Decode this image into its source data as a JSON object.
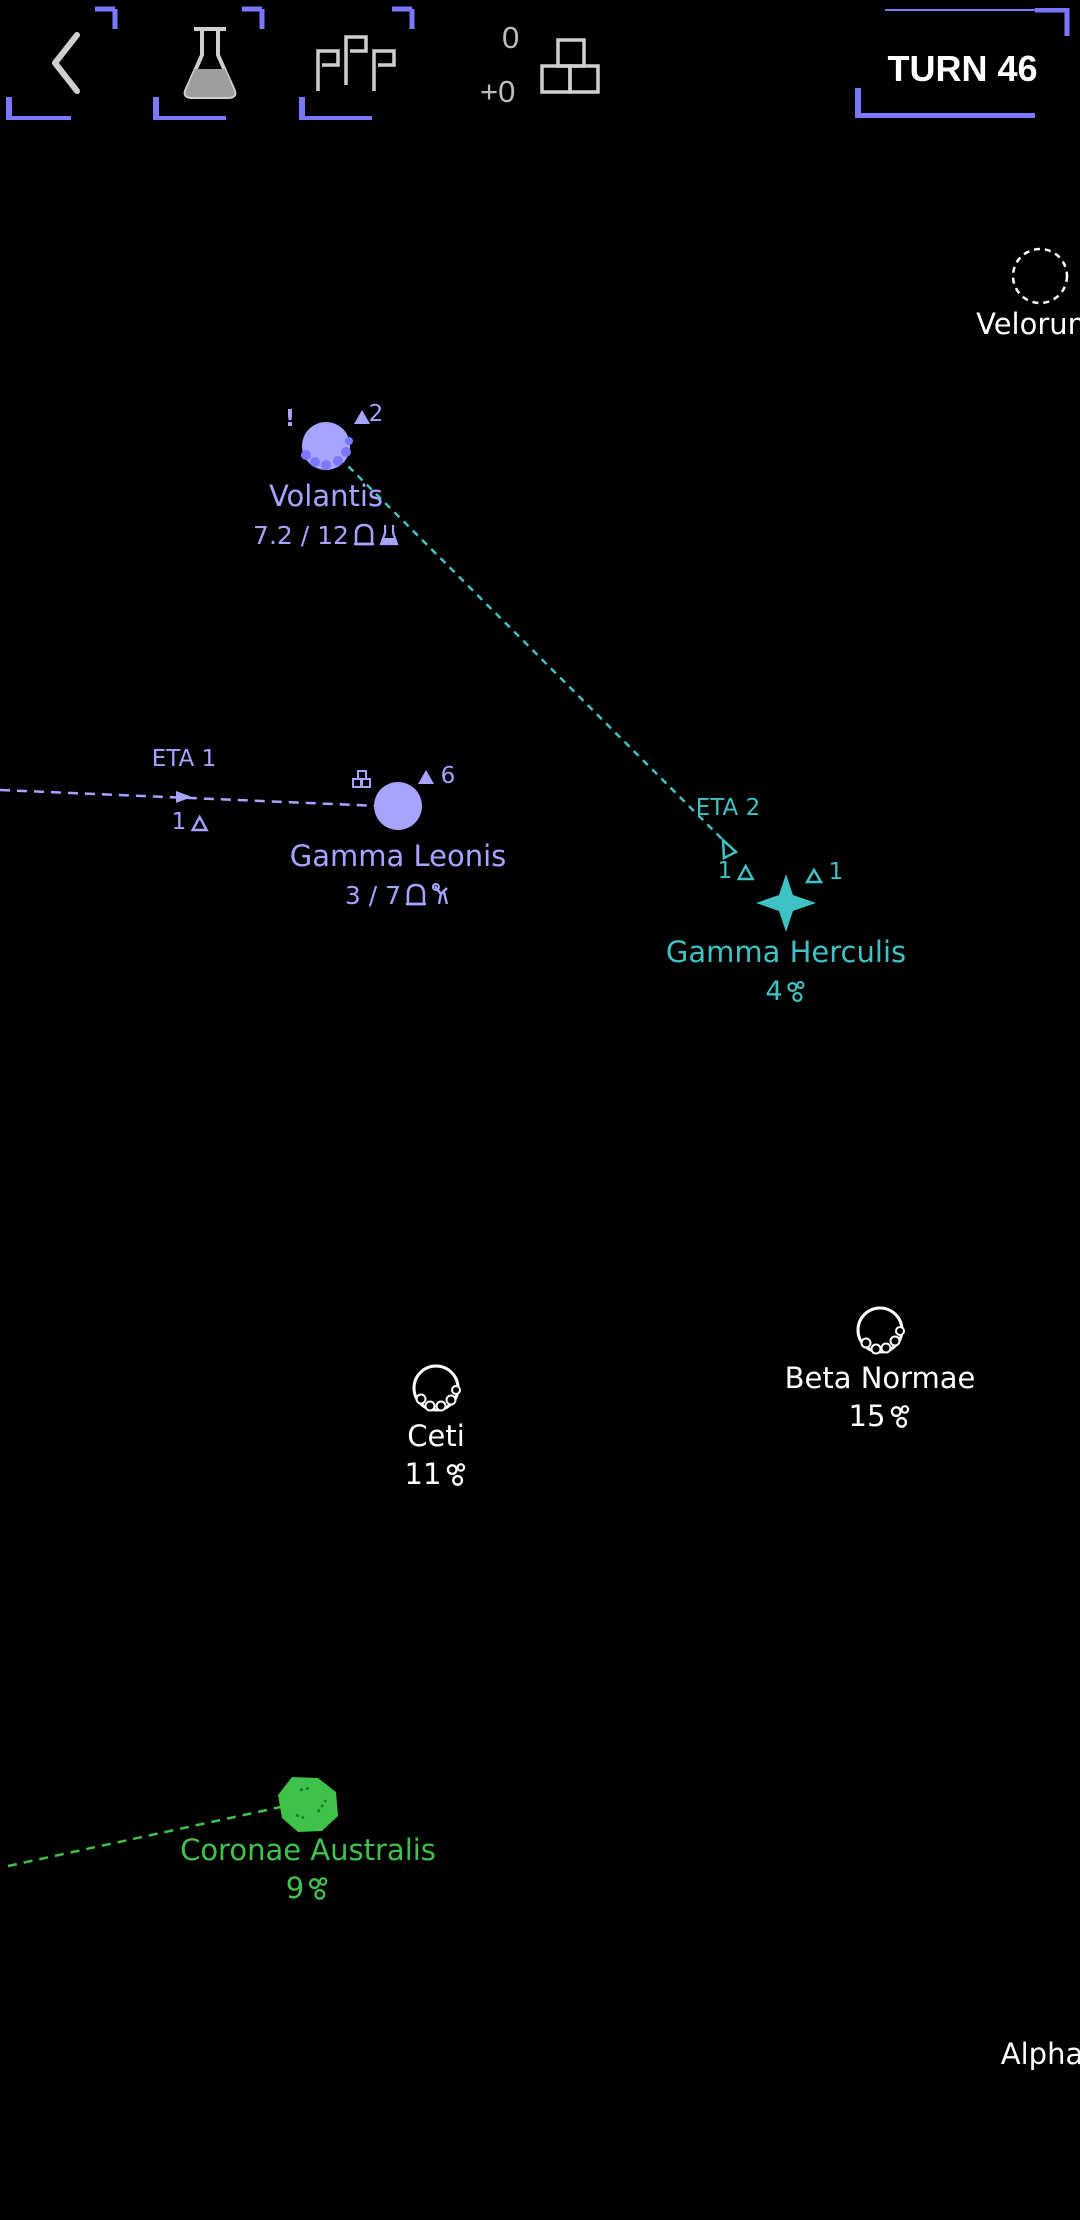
{
  "toolbar": {
    "back_icon": "chevron-left-icon",
    "research_icon": "flask-icon",
    "fleets_icon": "ships-icon",
    "resource_value": "0",
    "resource_delta": "+0",
    "resource_icon": "blocks-icon",
    "turn_label": "TURN 46"
  },
  "colors": {
    "accent": "#7b78ff",
    "player": "#a7a4ff",
    "ally": "#3fc2c4",
    "neutral": "#ffffff",
    "other": "#3fc24a"
  },
  "systems": [
    {
      "id": "velorum",
      "name": "Velorum",
      "owner": "neutral",
      "partial": true
    },
    {
      "id": "volantis",
      "name": "Volantis",
      "owner": "player",
      "stats": "7.2 / 12",
      "alert": "!",
      "fleet_count": "2"
    },
    {
      "id": "gamma-leonis",
      "name": "Gamma Leonis",
      "owner": "player",
      "stats": "3 / 7",
      "fleet_count": "6"
    },
    {
      "id": "gamma-herculis",
      "name": "Gamma Herculis",
      "owner": "ally",
      "stats": "4",
      "fleet_count": "1"
    },
    {
      "id": "beta-normae",
      "name": "Beta Normae",
      "owner": "neutral",
      "stats": "15"
    },
    {
      "id": "ceti",
      "name": "Ceti",
      "owner": "neutral",
      "stats": "11"
    },
    {
      "id": "coronae-australis",
      "name": "Coronae Australis",
      "owner": "other",
      "stats": "9"
    },
    {
      "id": "alpha",
      "name": "Alpha",
      "owner": "neutral",
      "partial": true
    }
  ],
  "fleets": [
    {
      "eta": "ETA 1",
      "ships": "1"
    },
    {
      "eta": "ETA 2",
      "ships": "1"
    }
  ]
}
